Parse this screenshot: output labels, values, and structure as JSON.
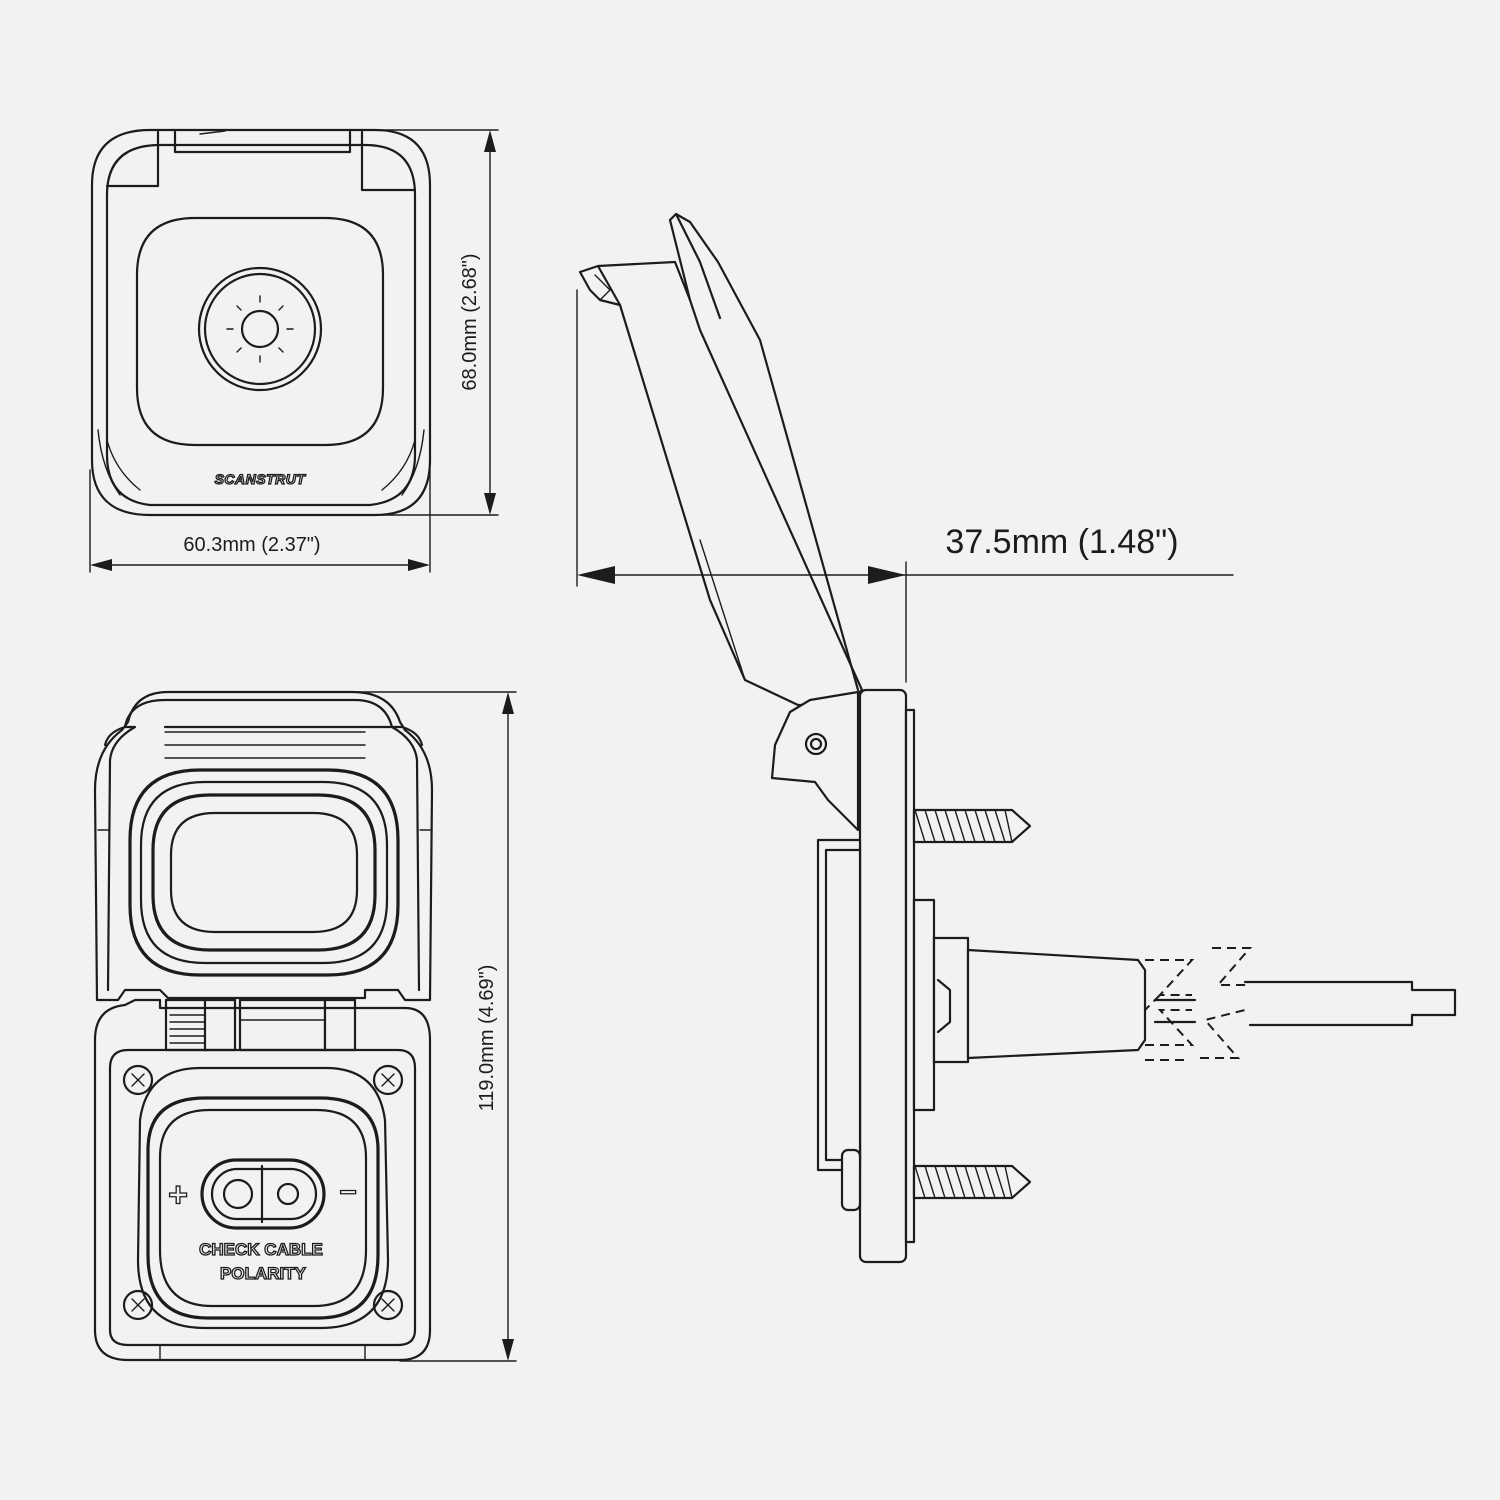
{
  "dimensions": {
    "width": "60.3mm (2.37\")",
    "height_closed": "68.0mm (2.68\")",
    "depth": "37.5mm (1.48\")",
    "height_open": "119.0mm (4.69\")"
  },
  "logo_text": "SCANSTRUT",
  "socket_labels": {
    "plus": "+",
    "minus": "−",
    "line1": "CHECK CABLE",
    "line2": "POLARITY"
  },
  "colors": {
    "background": "#f1f3f1",
    "line": "#1c1c1c"
  }
}
